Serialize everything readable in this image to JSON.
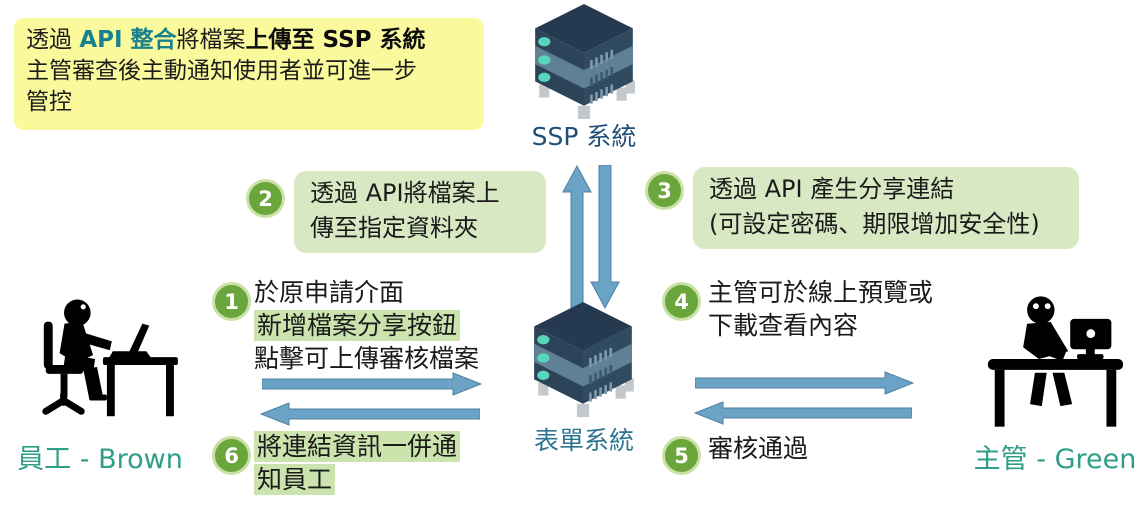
{
  "note": {
    "line1_part1": "透過 ",
    "line1_part2": "API 整合",
    "line1_part3": "將檔案",
    "line1_part4": "上傳至 SSP 系統",
    "line2": "主管審查後主動通知使用者並可進一步",
    "line3": "管控"
  },
  "servers": {
    "ssp": {
      "label": "SSP 系統"
    },
    "form": {
      "label": "表單系統"
    }
  },
  "actors": {
    "employee": {
      "label": "員工 - Brown"
    },
    "manager": {
      "label": "主管 - Green"
    }
  },
  "steps": {
    "s1": {
      "number": "1",
      "line1": "於原申請介面",
      "line2": "新增檔案分享按鈕",
      "line3": "點擊可上傳審核檔案"
    },
    "s2": {
      "number": "2",
      "line1": "透過 API將檔案上",
      "line2": "傳至指定資料夾"
    },
    "s3": {
      "number": "3",
      "line1": "透過 API 產生分享連結",
      "line2": "(可設定密碼、期限增加安全性)"
    },
    "s4": {
      "number": "4",
      "line1": "主管可於線上預覽或",
      "line2": "下載查看內容"
    },
    "s5": {
      "number": "5",
      "line1": "審核通過"
    },
    "s6": {
      "number": "6",
      "line1": "將連結資訊一併通",
      "line2": "知員工"
    }
  },
  "colors": {
    "note_bg": "#fafa9d",
    "accent_teal": "#19808d",
    "badge_green": "#6aa63c",
    "badge_ring": "#cbe2a6",
    "step_box_green": "#d7e8c3",
    "highlight_green": "#cbe3ad",
    "arrow_blue": "#6ba3c6",
    "arrow_border": "#4f7fa2",
    "server_body_navy": "#2c4359",
    "server_band": "#5f8095",
    "server_led_teal": "#57d6b9",
    "ssp_label_blue": "#1f4e79",
    "form_label_blue": "#2d7390",
    "actor_label_teal": "#2e9e88"
  }
}
